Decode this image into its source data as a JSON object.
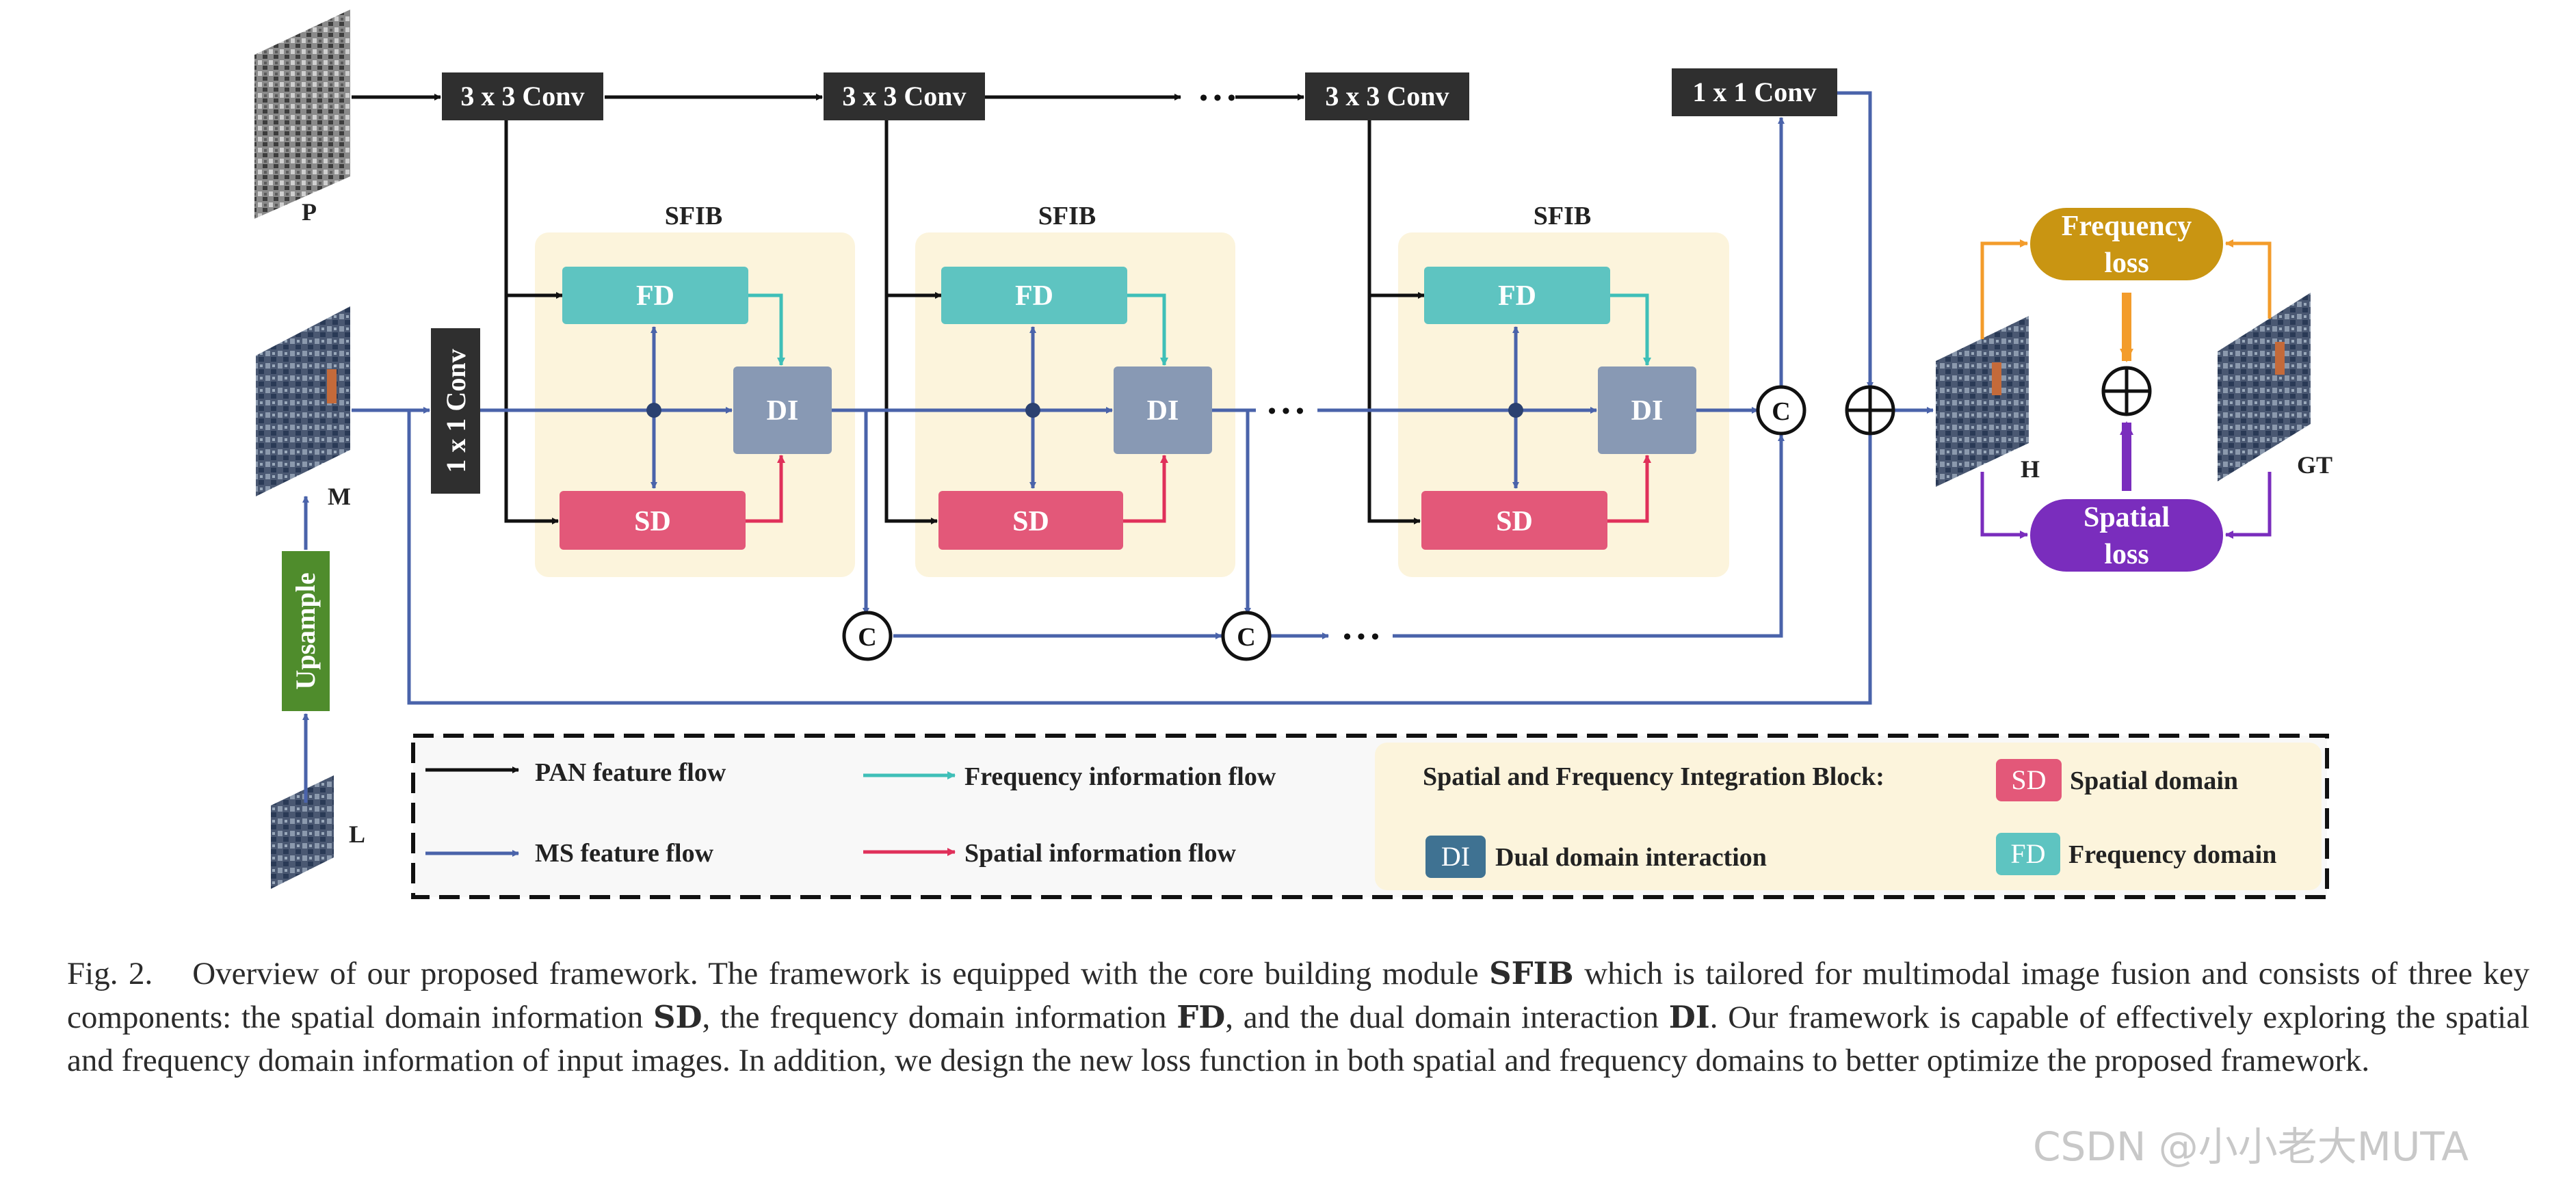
{
  "diagram": {
    "conv_top_1": "3 x 3 Conv",
    "conv_top_2": "3 x 3 Conv",
    "conv_top_3": "3 x 3 Conv",
    "conv_1x1_top": "1 x 1 Conv",
    "conv_1x1_left": "1 x 1 Conv",
    "upsample": "Upsample",
    "label_p": "P",
    "label_m": "M",
    "label_l": "L",
    "label_h": "H",
    "label_gt": "GT",
    "sfib_title": "SFIB",
    "fd": "FD",
    "sd": "SD",
    "di": "DI",
    "concat": "C",
    "ellipsis": "• • •",
    "freq_loss": [
      "Frequency",
      "loss"
    ],
    "spatial_loss": [
      "Spatial",
      "loss"
    ],
    "plus_symbol": "⊕"
  },
  "legend": {
    "pan_flow": "PAN feature flow",
    "ms_flow": "MS feature flow",
    "freq_flow": "Frequency information flow",
    "spatial_flow": "Spatial information flow",
    "sfib_title": "Spatial and Frequency Integration Block:",
    "sd_abbr": "SD",
    "sd_text": "Spatial domain",
    "di_abbr": "DI",
    "di_text": "Dual domain interaction",
    "fd_abbr": "FD",
    "fd_text": "Frequency domain"
  },
  "caption": {
    "fig_label": "Fig. 2.",
    "t1": "Overview of our proposed framework. The framework is equipped with the core building module ",
    "sfib": "SFIB",
    "t2": " which is tailored for multimodal image fusion and consists of three key components: the spatial domain information ",
    "sd": "SD",
    "t3": ", the frequency domain information ",
    "fd": "FD",
    "t4": ", and the dual domain interaction ",
    "di": "DI",
    "t5": ". Our framework is capable of effectively exploring the spatial and frequency domain information of input images. In addition, we design the new loss function in both spatial and frequency domains to better optimize the proposed framework."
  },
  "watermark": "CSDN @小小老大MUTA",
  "colors": {
    "pan": "#111111",
    "ms": "#4a63aa",
    "freq": "#3fbfb8",
    "spatial": "#e0305a",
    "fd_fill": "#5ec4c1",
    "sd_fill": "#e35879",
    "di_fill": "#8899b4",
    "sfib_bg": "#fcf4dc",
    "conv_fill": "#2f2f2f",
    "upsample_fill": "#4f8c2c",
    "freq_loss_fill": "#c99512",
    "spatial_loss_fill": "#7a2dbd",
    "freq_arrow": "#f39c2b",
    "spatial_arrow": "#7a2dbd"
  }
}
